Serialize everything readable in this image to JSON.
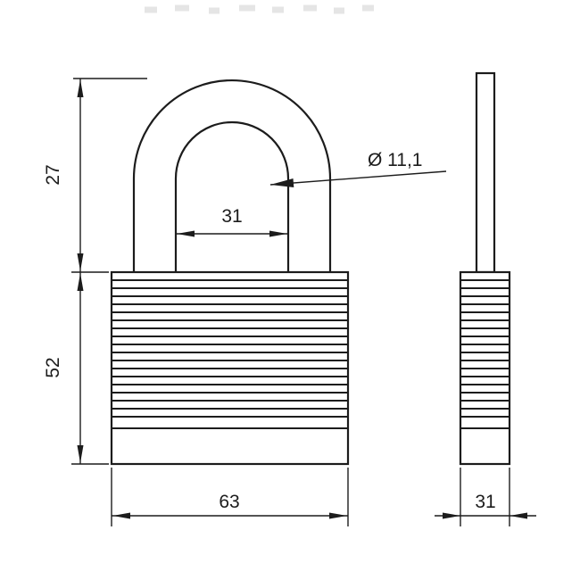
{
  "colors": {
    "line": "#1c1c1c",
    "background": "#ffffff"
  },
  "dims": {
    "front": {
      "shackle_height": "27",
      "body_height": "52",
      "shackle_inner_width": "31",
      "shackle_diameter": "Ø 11,1",
      "body_width": "63"
    },
    "side": {
      "body_depth": "31"
    }
  }
}
